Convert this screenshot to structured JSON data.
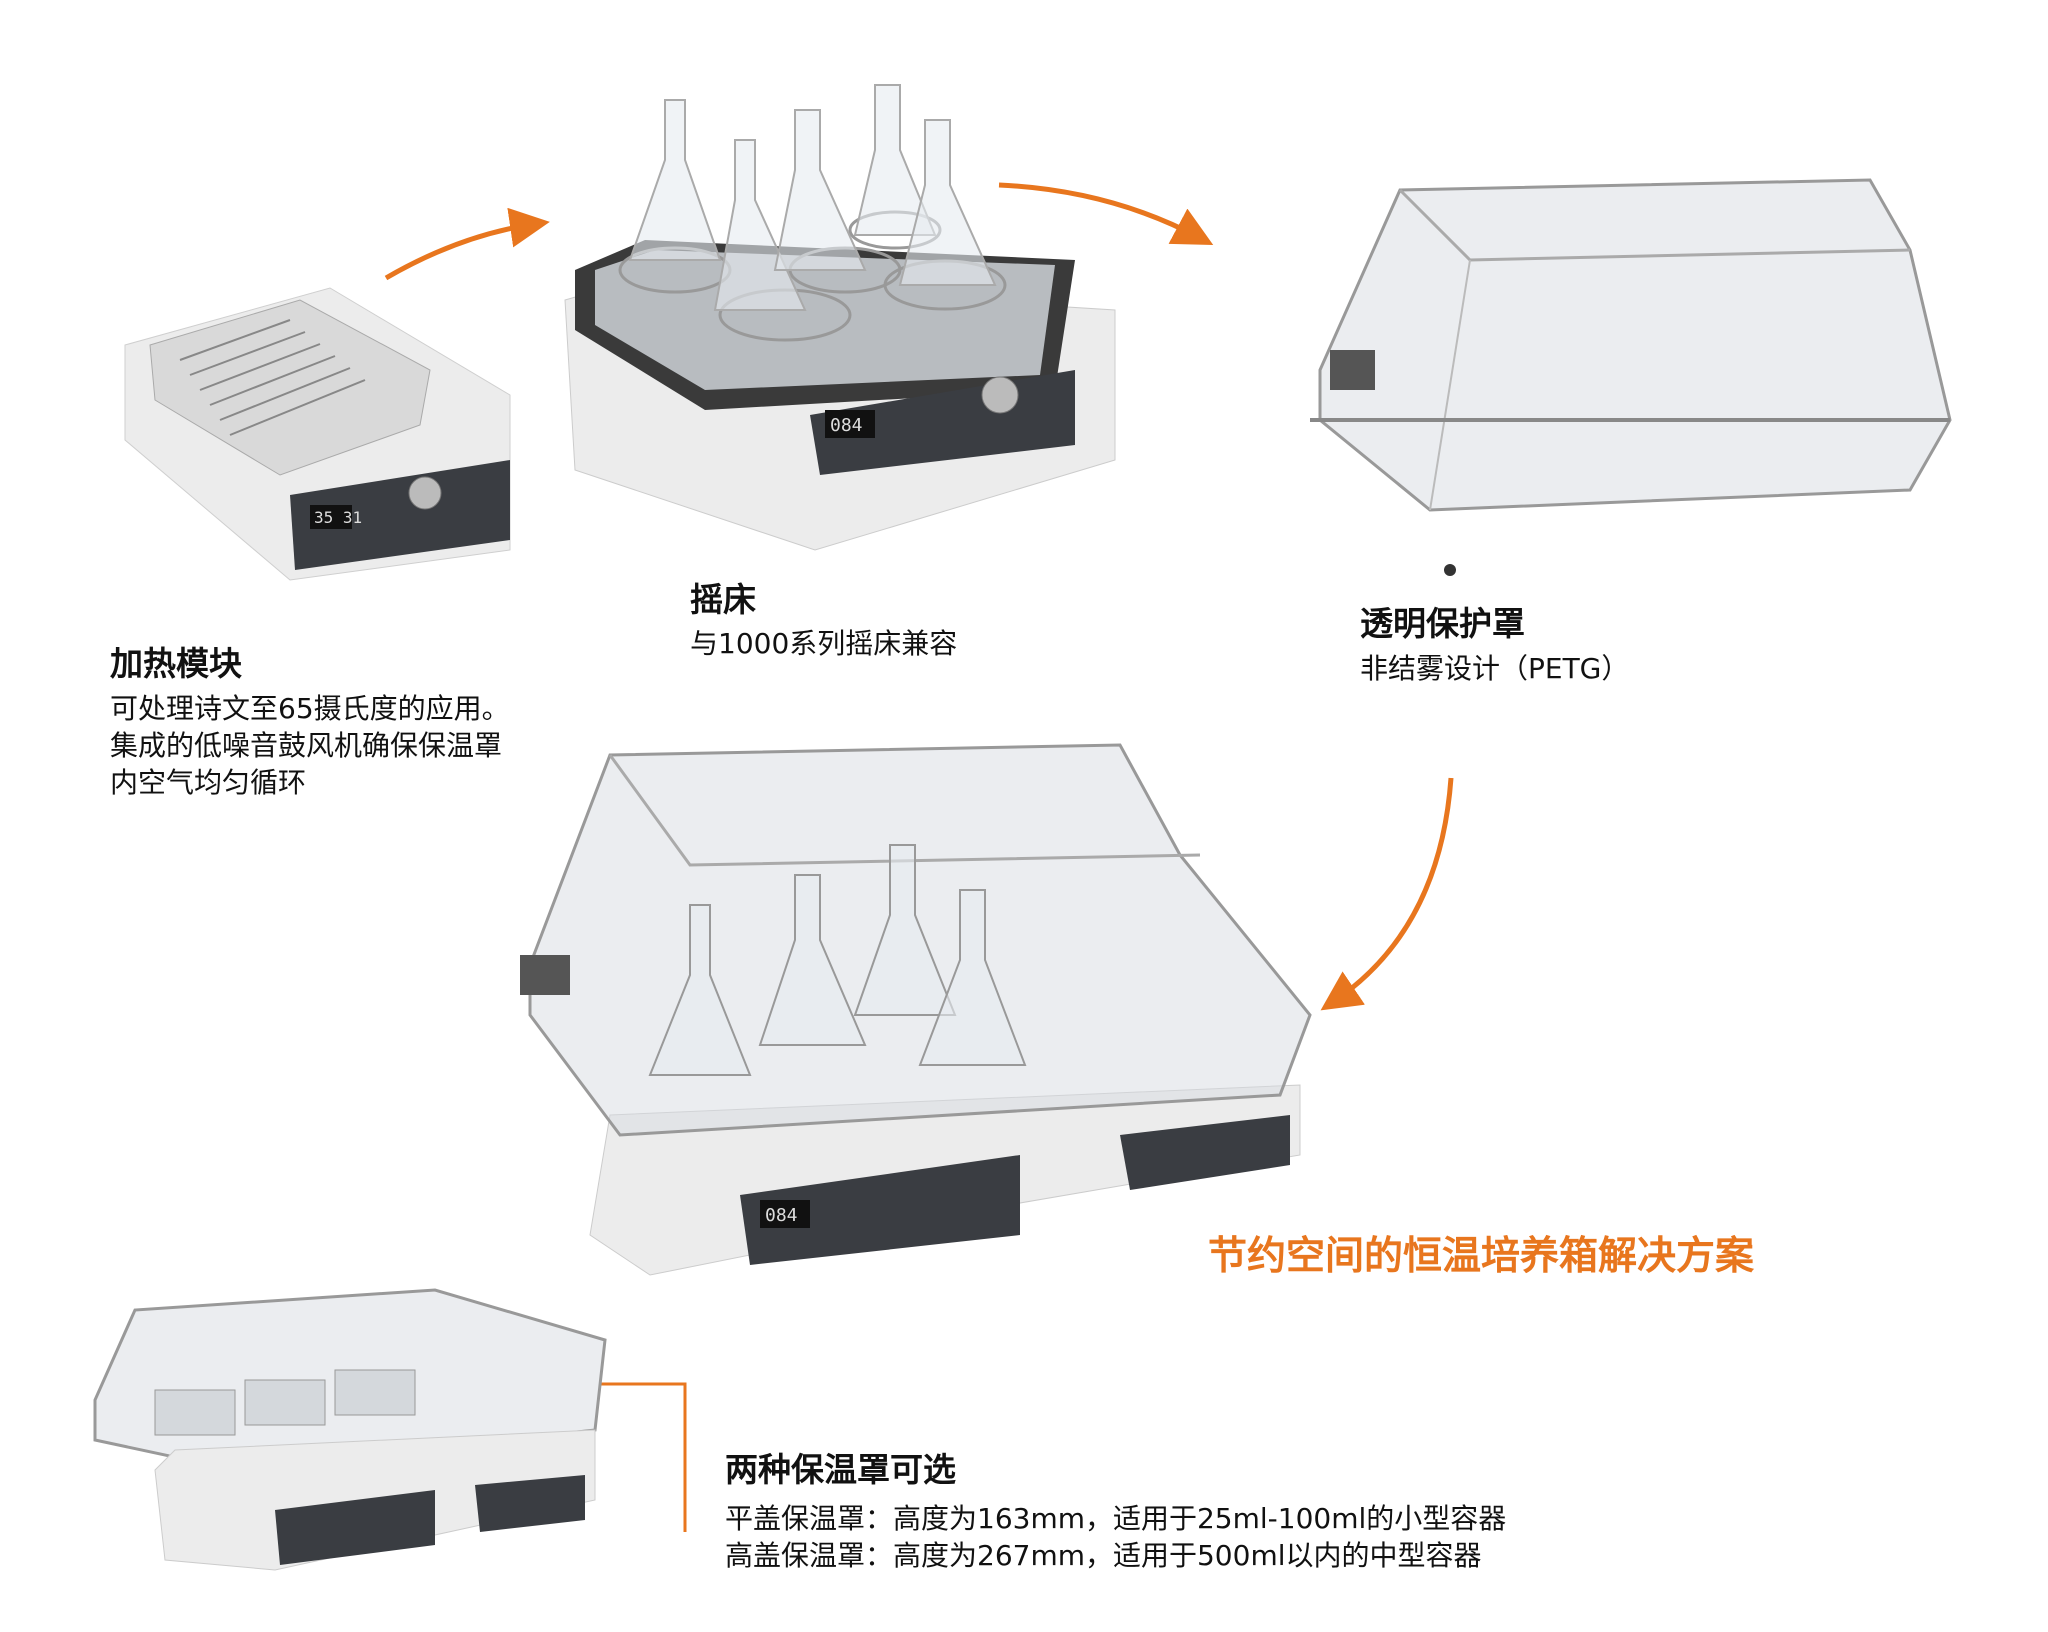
{
  "heating_block": {
    "title": "加热模块",
    "lines": [
      "可处理诗文至65摄氏度的应用。",
      "集成的低噪音鼓风机确保保温罩",
      "内空气均匀循环"
    ]
  },
  "shaker": {
    "title": "摇床",
    "line": "与1000系列摇床兼容",
    "display_value": "084"
  },
  "cover": {
    "title": "透明保护罩",
    "line": "非结雾设计（PETG）"
  },
  "headline": "节约空间的恒温培养箱解决方案",
  "options": {
    "title": "两种保温罩可选",
    "lines": [
      "平盖保温罩：高度为163mm，适用于25ml-100ml的小型容器",
      "高盖保温罩：高度为267mm，适用于500ml以内的中型容器"
    ]
  },
  "heating_display": "35 31",
  "colors": {
    "accent": "#e8761e",
    "device_body": "#e9e9e9",
    "panel": "#3a3d42"
  }
}
